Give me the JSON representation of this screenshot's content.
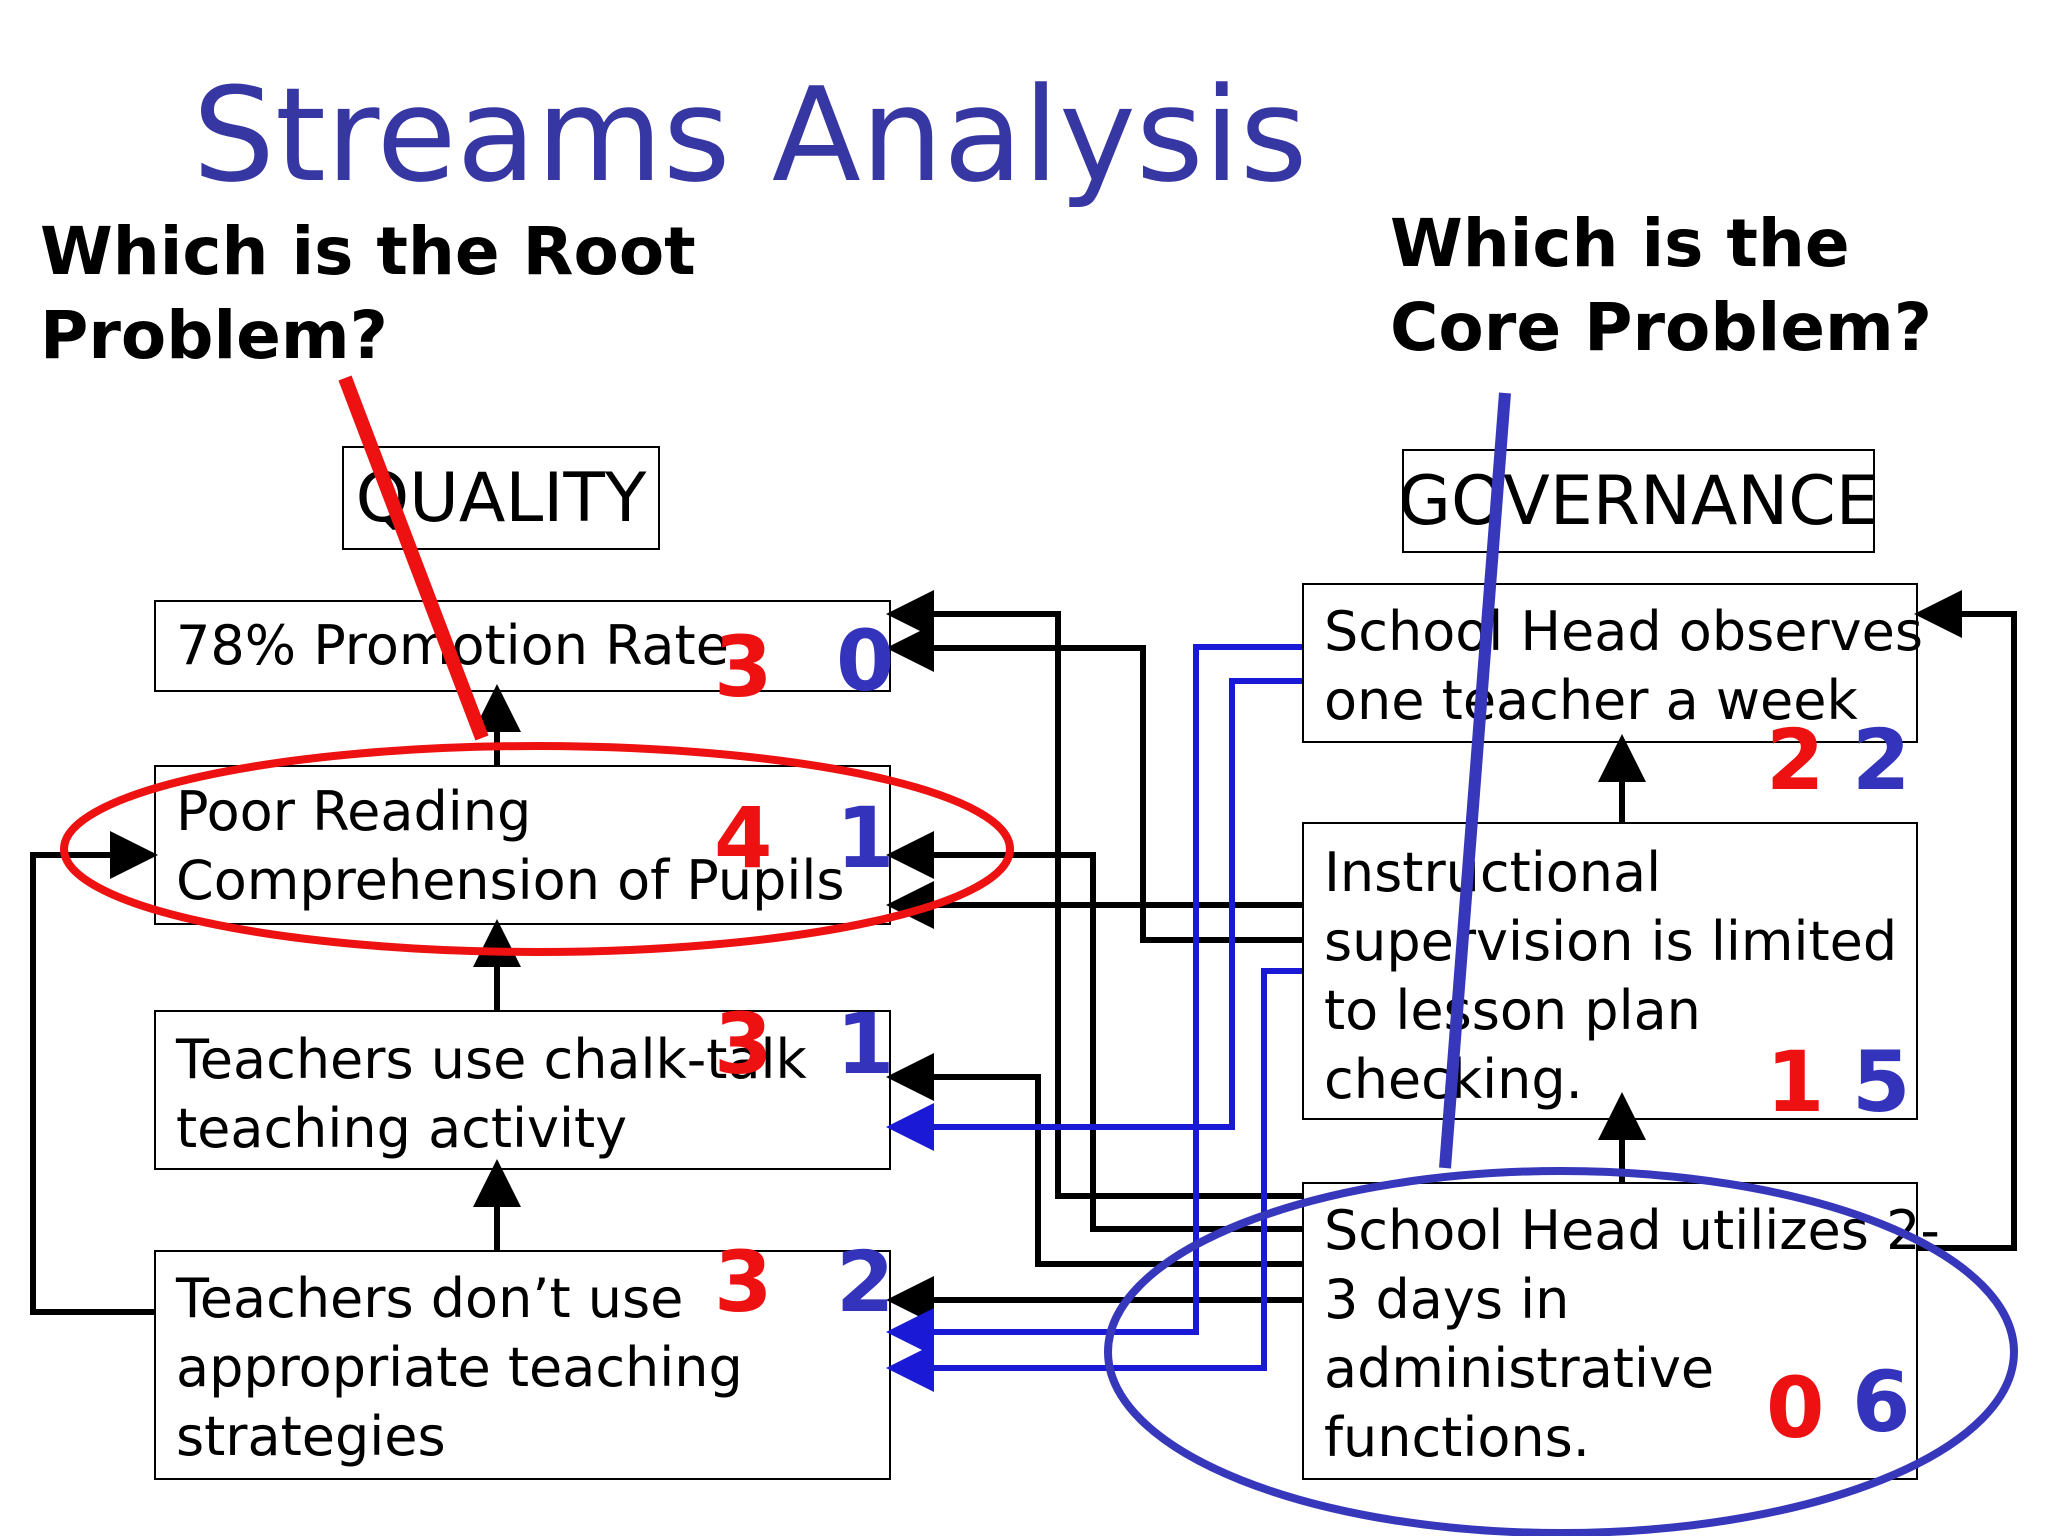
{
  "title": "Streams Analysis",
  "questions": {
    "root": [
      "Which is the Root",
      "Problem?"
    ],
    "core": [
      "Which is the",
      "Core Problem?"
    ]
  },
  "streams": {
    "quality": {
      "header": "QUALITY",
      "boxes": [
        {
          "lines": [
            "78% Promotion Rate"
          ],
          "score_red": "3",
          "score_blue": "0"
        },
        {
          "lines": [
            "Poor Reading",
            "Comprehension of Pupils"
          ],
          "score_red": "4",
          "score_blue": "1"
        },
        {
          "lines": [
            "Teachers use chalk-talk",
            "teaching activity"
          ],
          "score_red": "3",
          "score_blue": "1"
        },
        {
          "lines": [
            "Teachers don’t use",
            "appropriate teaching",
            "strategies"
          ],
          "score_red": "3",
          "score_blue": "2"
        }
      ]
    },
    "governance": {
      "header": "GOVERNANCE",
      "boxes": [
        {
          "lines": [
            "School Head observes",
            "one teacher a week"
          ],
          "score_red": "2",
          "score_blue": "2"
        },
        {
          "lines": [
            "Instructional",
            "supervision is limited",
            "to lesson plan",
            "checking."
          ],
          "score_red": "1",
          "score_blue": "5"
        },
        {
          "lines": [
            "School Head utilizes 2-",
            "3 days in",
            "administrative",
            "functions."
          ],
          "score_red": "0",
          "score_blue": "6"
        }
      ]
    }
  },
  "colors": {
    "title": "#3737a3",
    "root_highlight": "#ee1111",
    "core_highlight": "#3737bb",
    "score_red": "#ee1111",
    "score_blue": "#3333bb",
    "link_black": "#000000",
    "link_blue": "#1a1ad6"
  }
}
